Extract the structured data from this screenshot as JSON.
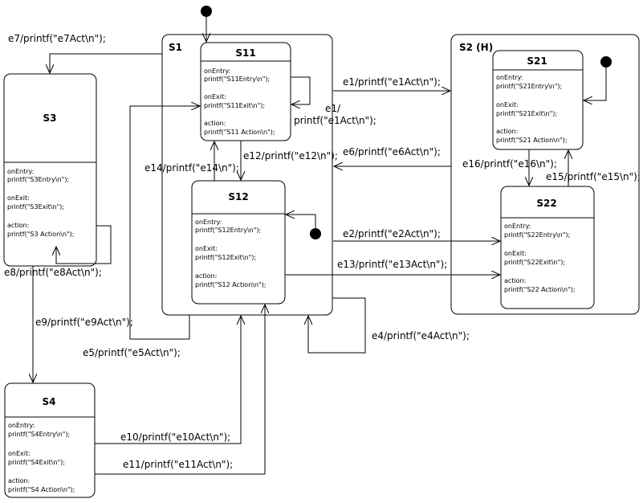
{
  "states": {
    "s1": {
      "name": "S1"
    },
    "s2": {
      "name": "S2 (H)"
    },
    "s3": {
      "name": "S3",
      "entry_label": "onEntry:",
      "entry": "printf(\"S3Entry\\n\");",
      "exit_label": "onExit:",
      "exit": "printf(\"S3Exit\\n\");",
      "action_label": "action:",
      "action": "printf(\"S3 Action\\n\");"
    },
    "s4": {
      "name": "S4",
      "entry_label": "onEntry:",
      "entry": "printf(\"S4Entry\\n\");",
      "exit_label": "onExit:",
      "exit": "printf(\"S4Exit\\n\");",
      "action_label": "action:",
      "action": "printf(\"S4 Action\\n\");"
    },
    "s11": {
      "name": "S11",
      "entry_label": "onEntry:",
      "entry": "printf(\"S11Entry\\n\");",
      "exit_label": "onExit:",
      "exit": "printf(\"S11Exit\\n\");",
      "action_label": "action:",
      "action": "printf(\"S11 Action\\n\");"
    },
    "s12": {
      "name": "S12",
      "entry_label": "onEntry:",
      "entry": "printf(\"S12Entry\\n\");",
      "exit_label": "onExit:",
      "exit": "printf(\"S12Exit\\n\");",
      "action_label": "action:",
      "action": "printf(\"S12 Action\\n\");"
    },
    "s21": {
      "name": "S21",
      "entry_label": "onEntry:",
      "entry": "printf(\"S21Entry\\n\");",
      "exit_label": "onExit:",
      "exit": "printf(\"S21Exit\\n\");",
      "action_label": "action:",
      "action": "printf(\"S21 Action\\n\");"
    },
    "s22": {
      "name": "S22",
      "entry_label": "onEntry:",
      "entry": "printf(\"S22Entry\\n\");",
      "exit_label": "onExit:",
      "exit": "printf(\"S22Exit\\n\");",
      "action_label": "action:",
      "action": "printf(\"S22 Action\\n\");"
    }
  },
  "transitions": {
    "e1_outer": "e1/printf(\"e1Act\\n\");",
    "e1_self_a": "e1/",
    "e1_self_b": "printf(\"e1Act\\n\");",
    "e2": "e2/printf(\"e2Act\\n\");",
    "e4": "e4/printf(\"e4Act\\n\");",
    "e5": "e5/printf(\"e5Act\\n\");",
    "e6": "e6/printf(\"e6Act\\n\");",
    "e7": "e7/printf(\"e7Act\\n\");",
    "e8": "e8/printf(\"e8Act\\n\");",
    "e9": "e9/printf(\"e9Act\\n\");",
    "e10": "e10/printf(\"e10Act\\n\");",
    "e11": "e11/printf(\"e11Act\\n\");",
    "e12": "e12/printf(\"e12\\n\");",
    "e13": "e13/printf(\"e13Act\\n\");",
    "e14": "e14/printf(\"e14\\n\");",
    "e15": "e15/printf(\"e15\\n\");",
    "e16": "e16/printf(\"e16\\n\");"
  }
}
